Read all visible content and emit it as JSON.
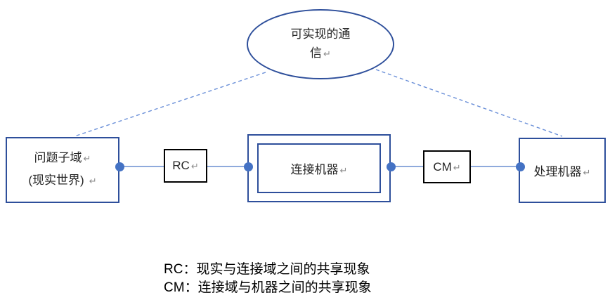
{
  "diagram": {
    "title_ellipse": {
      "line1": "可实现的通",
      "line2": "信"
    },
    "nodes": {
      "problem_subdomain": {
        "line1": "问题子域",
        "line2": "(现实世界)"
      },
      "rc_box": {
        "label": "RC"
      },
      "connection_machine": {
        "label": "连接机器"
      },
      "cm_box": {
        "label": "CM"
      },
      "processing_machine": {
        "label": "处理机器"
      }
    },
    "return_mark": "↵",
    "legend": {
      "items": [
        {
          "term": "RC",
          "colon": "：",
          "desc": "现实与连接域之间的共享现象"
        },
        {
          "term": "CM",
          "colon": "：",
          "desc": "连接域与机器之间的共享现象"
        }
      ]
    },
    "colors": {
      "shape_border": "#2e4f9b",
      "small_box_border": "#000000",
      "connector_line": "#8faadc",
      "connector_dot": "#4472c4",
      "dashed_line": "#6a8fd8",
      "text": "#262626",
      "return_mark": "#8c8c8c"
    }
  }
}
